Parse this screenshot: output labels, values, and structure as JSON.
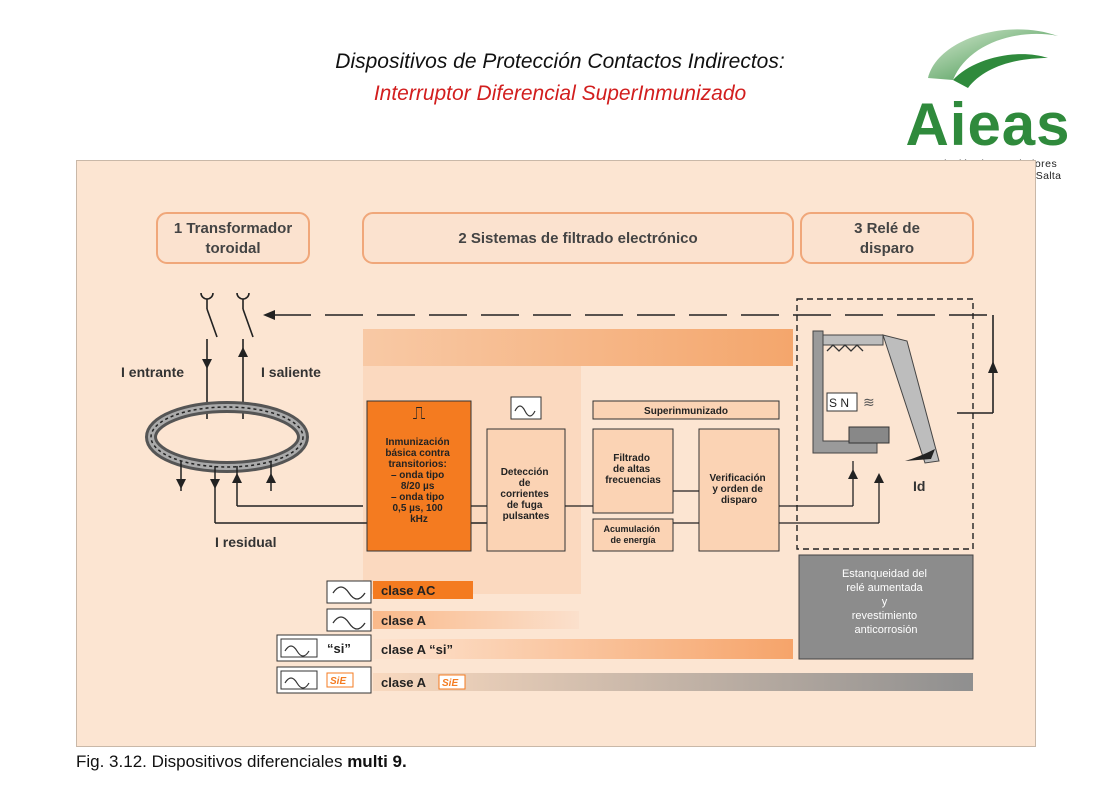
{
  "header": {
    "title": "Dispositivos de Protección Contactos Indirectos:",
    "subtitle": "Interruptor Diferencial SuperInmunizado"
  },
  "logo": {
    "name": "Aieas",
    "sub_line1": "Asociación de Instaladores",
    "sub_line2": "Electricistas y Afines de Salta",
    "leaf_color": "#2f8a3c"
  },
  "diagram": {
    "box1_line1": "1 Transformador",
    "box1_line2": "toroidal",
    "box2": "2   Sistemas de filtrado electrónico",
    "box3_line1": "3 Relé de",
    "box3_line2": "disparo",
    "i_entrante": "I entrante",
    "i_saliente": "I saliente",
    "i_residual": "I residual",
    "id_label": "Id",
    "superinmunizado": "Superinmunizado",
    "inmun_lines": [
      "Inmunización",
      "básica contra",
      "transitorios:",
      "",
      "– onda tipo",
      "8/20 µs",
      "– onda tipo",
      "0,5 µs, 100",
      "kHz"
    ],
    "deteccion_lines": [
      "Detección",
      "de",
      "corrientes",
      "de fuga",
      "pulsantes"
    ],
    "filtrado_lines": [
      "Filtrado",
      "de altas",
      "frecuencias"
    ],
    "acumulacion_lines": [
      "Acumulación",
      "de energía"
    ],
    "verificacion_lines": [
      "Verificación",
      "y orden de",
      "disparo"
    ],
    "estanqueidad_lines": [
      "Estanqueidad del",
      "relé aumentada",
      "y",
      "revestimiento",
      "anticorrosión"
    ],
    "sn_label": "S  N",
    "clase_ac": "clase AC",
    "clase_a": "clase A",
    "clase_a_si": "clase A “si”",
    "clase_a_sie": "clase A",
    "si_tag": "“si”",
    "sie_tag": "SiE"
  },
  "caption": {
    "prefix": "Fig. 3.12. Dispositivos diferenciales ",
    "bold": "multi 9."
  },
  "colors": {
    "orange": "#f47b20",
    "panel": "#fce5d2",
    "grey_box": "#8c8c8c"
  }
}
